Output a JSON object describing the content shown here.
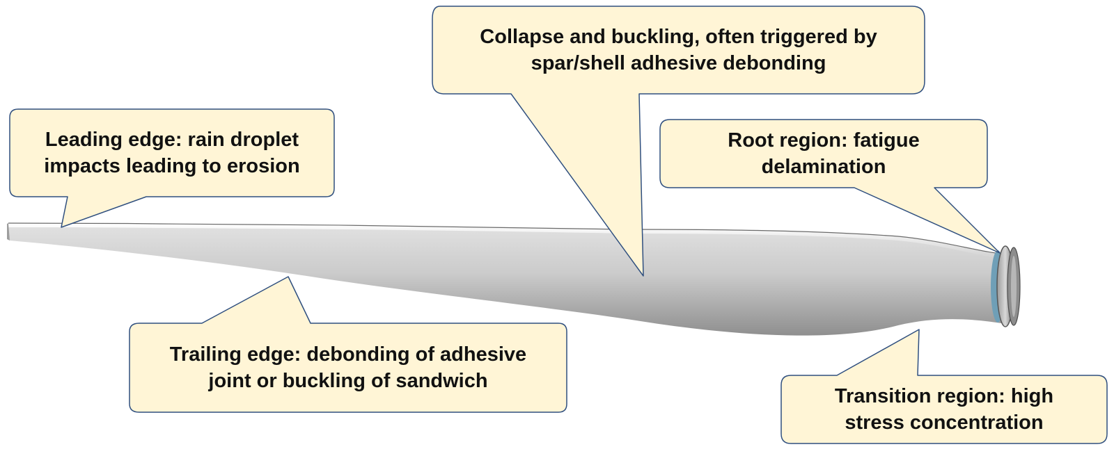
{
  "colors": {
    "callout_fill": "#fff5d6",
    "callout_stroke": "#2f4f7f",
    "blade_body": "#c7c7c7",
    "blade_shadow": "#8e8e8e",
    "hub_ring": "#7d7d7d"
  },
  "callouts": {
    "leading_edge": {
      "line1": "Leading edge: rain droplet",
      "line2": "impacts leading to erosion"
    },
    "collapse": {
      "line1": "Collapse and buckling, often triggered by",
      "line2": "spar/shell adhesive debonding"
    },
    "root": {
      "line1": "Root region: fatigue",
      "line2": "delamination"
    },
    "trailing_edge": {
      "line1": "Trailing edge: debonding of adhesive",
      "line2": "joint or buckling of sandwich"
    },
    "transition": {
      "line1": "Transition region: high",
      "line2": "stress concentration"
    }
  }
}
